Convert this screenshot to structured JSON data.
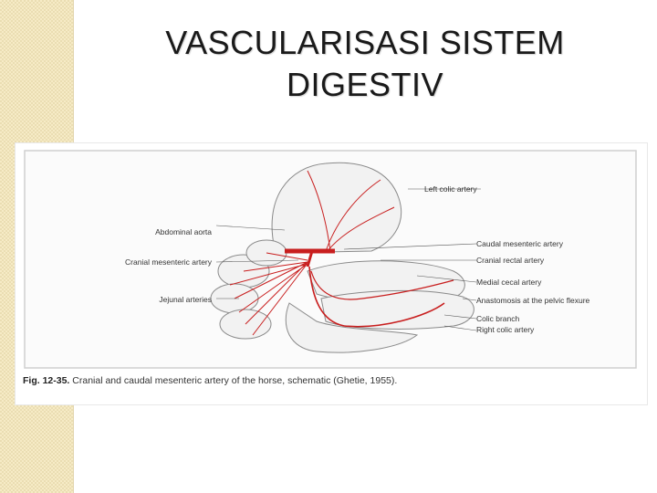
{
  "slide": {
    "title_line1": "VASCULARISASI SISTEM",
    "title_line2": "DIGESTIV"
  },
  "figure": {
    "labels_left": [
      "Abdominal aorta",
      "Cranial mesenteric artery",
      "Jejunal arteries"
    ],
    "labels_right": [
      "Left colic artery",
      "Caudal mesenteric artery",
      "Cranial rectal artery",
      "Medial cecal artery",
      "Anastomosis at the pelvic flexure",
      "Colic branch",
      "Right colic artery"
    ],
    "caption_fig": "Fig. 12-35.",
    "caption_text": "Cranial and caudal mesenteric artery of the horse, schematic (Ghetie, 1955).",
    "colors": {
      "artery": "#c81e1e",
      "outline": "#888888",
      "frame": "#cfcfcf"
    }
  }
}
